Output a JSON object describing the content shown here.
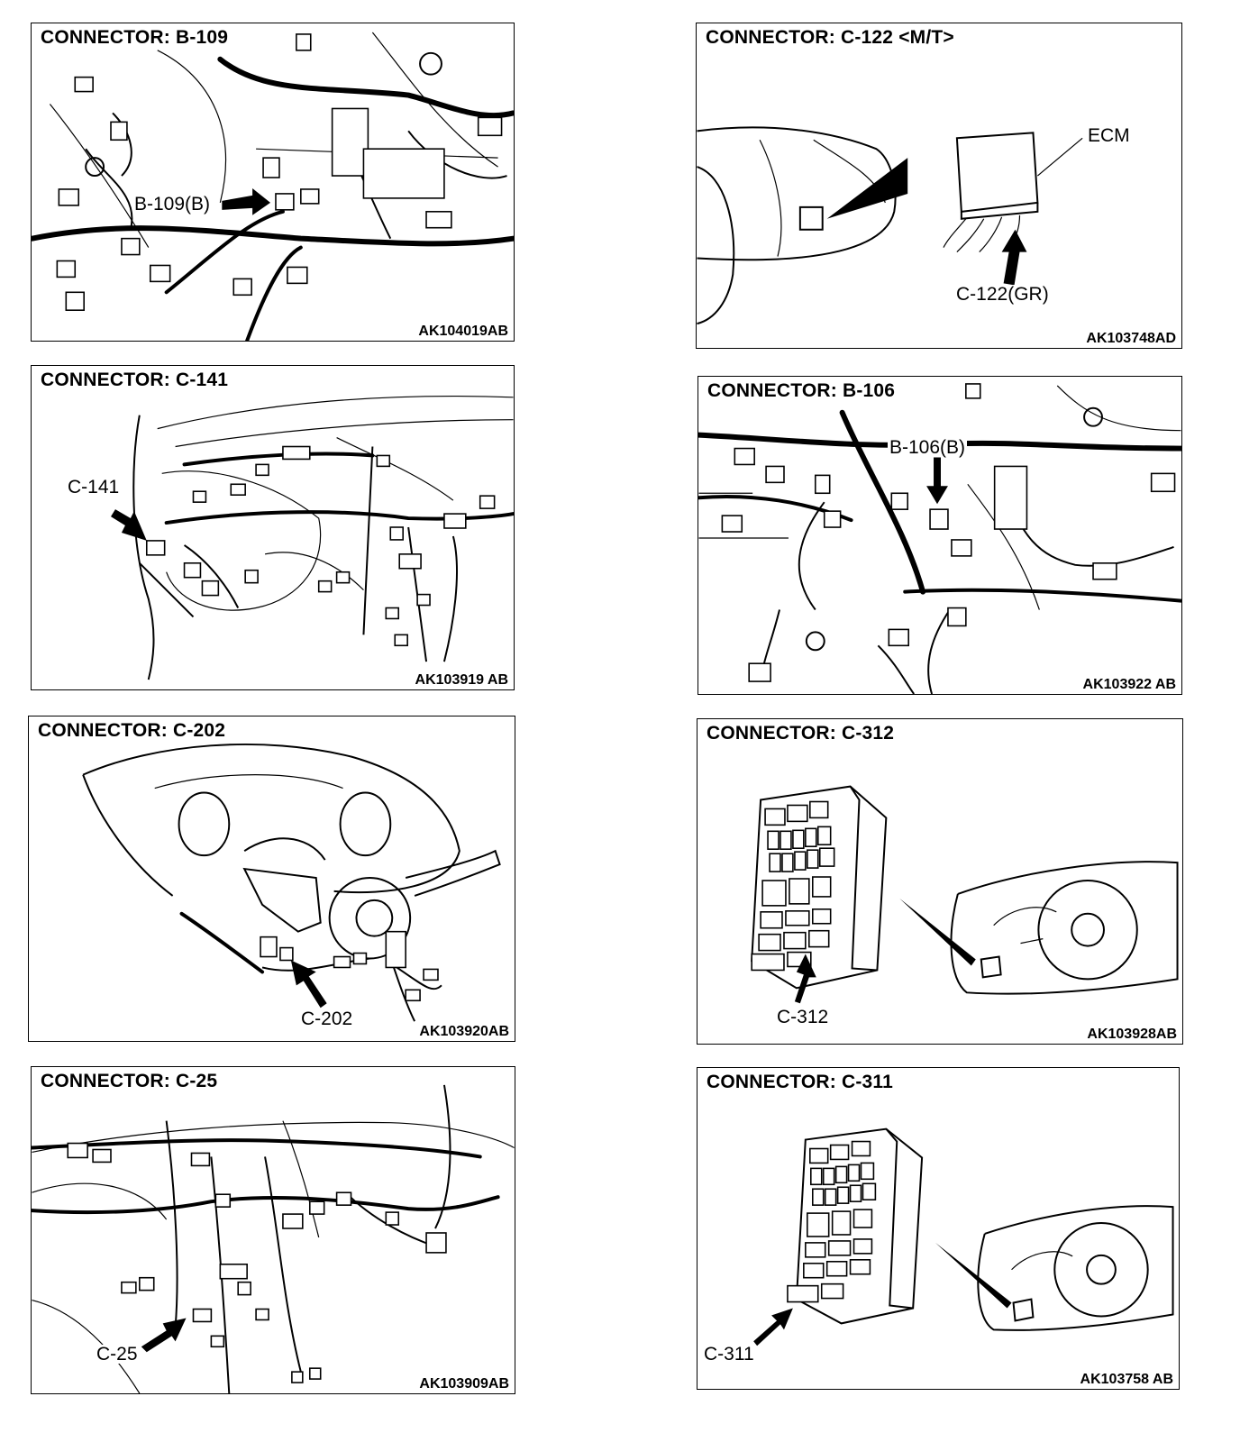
{
  "panels": {
    "b109": {
      "title": "CONNECTOR: B-109",
      "code": "AK104019AB",
      "label": "B-109(B)"
    },
    "c122": {
      "title": "CONNECTOR: C-122 <M/T>",
      "code": "AK103748AD",
      "label": "C-122(GR)",
      "ecm": "ECM"
    },
    "c141": {
      "title": "CONNECTOR: C-141",
      "code": "AK103919 AB",
      "label": "C-141"
    },
    "b106": {
      "title": "CONNECTOR: B-106",
      "code": "AK103922 AB",
      "label": "B-106(B)"
    },
    "c202": {
      "title": "CONNECTOR: C-202",
      "code": "AK103920AB",
      "label": "C-202"
    },
    "c312": {
      "title": "CONNECTOR: C-312",
      "code": "AK103928AB",
      "label": "C-312"
    },
    "c25": {
      "title": "CONNECTOR: C-25",
      "code": "AK103909AB",
      "label": "C-25"
    },
    "c311": {
      "title": "CONNECTOR: C-311",
      "code": "AK103758 AB",
      "label": "C-311"
    }
  }
}
